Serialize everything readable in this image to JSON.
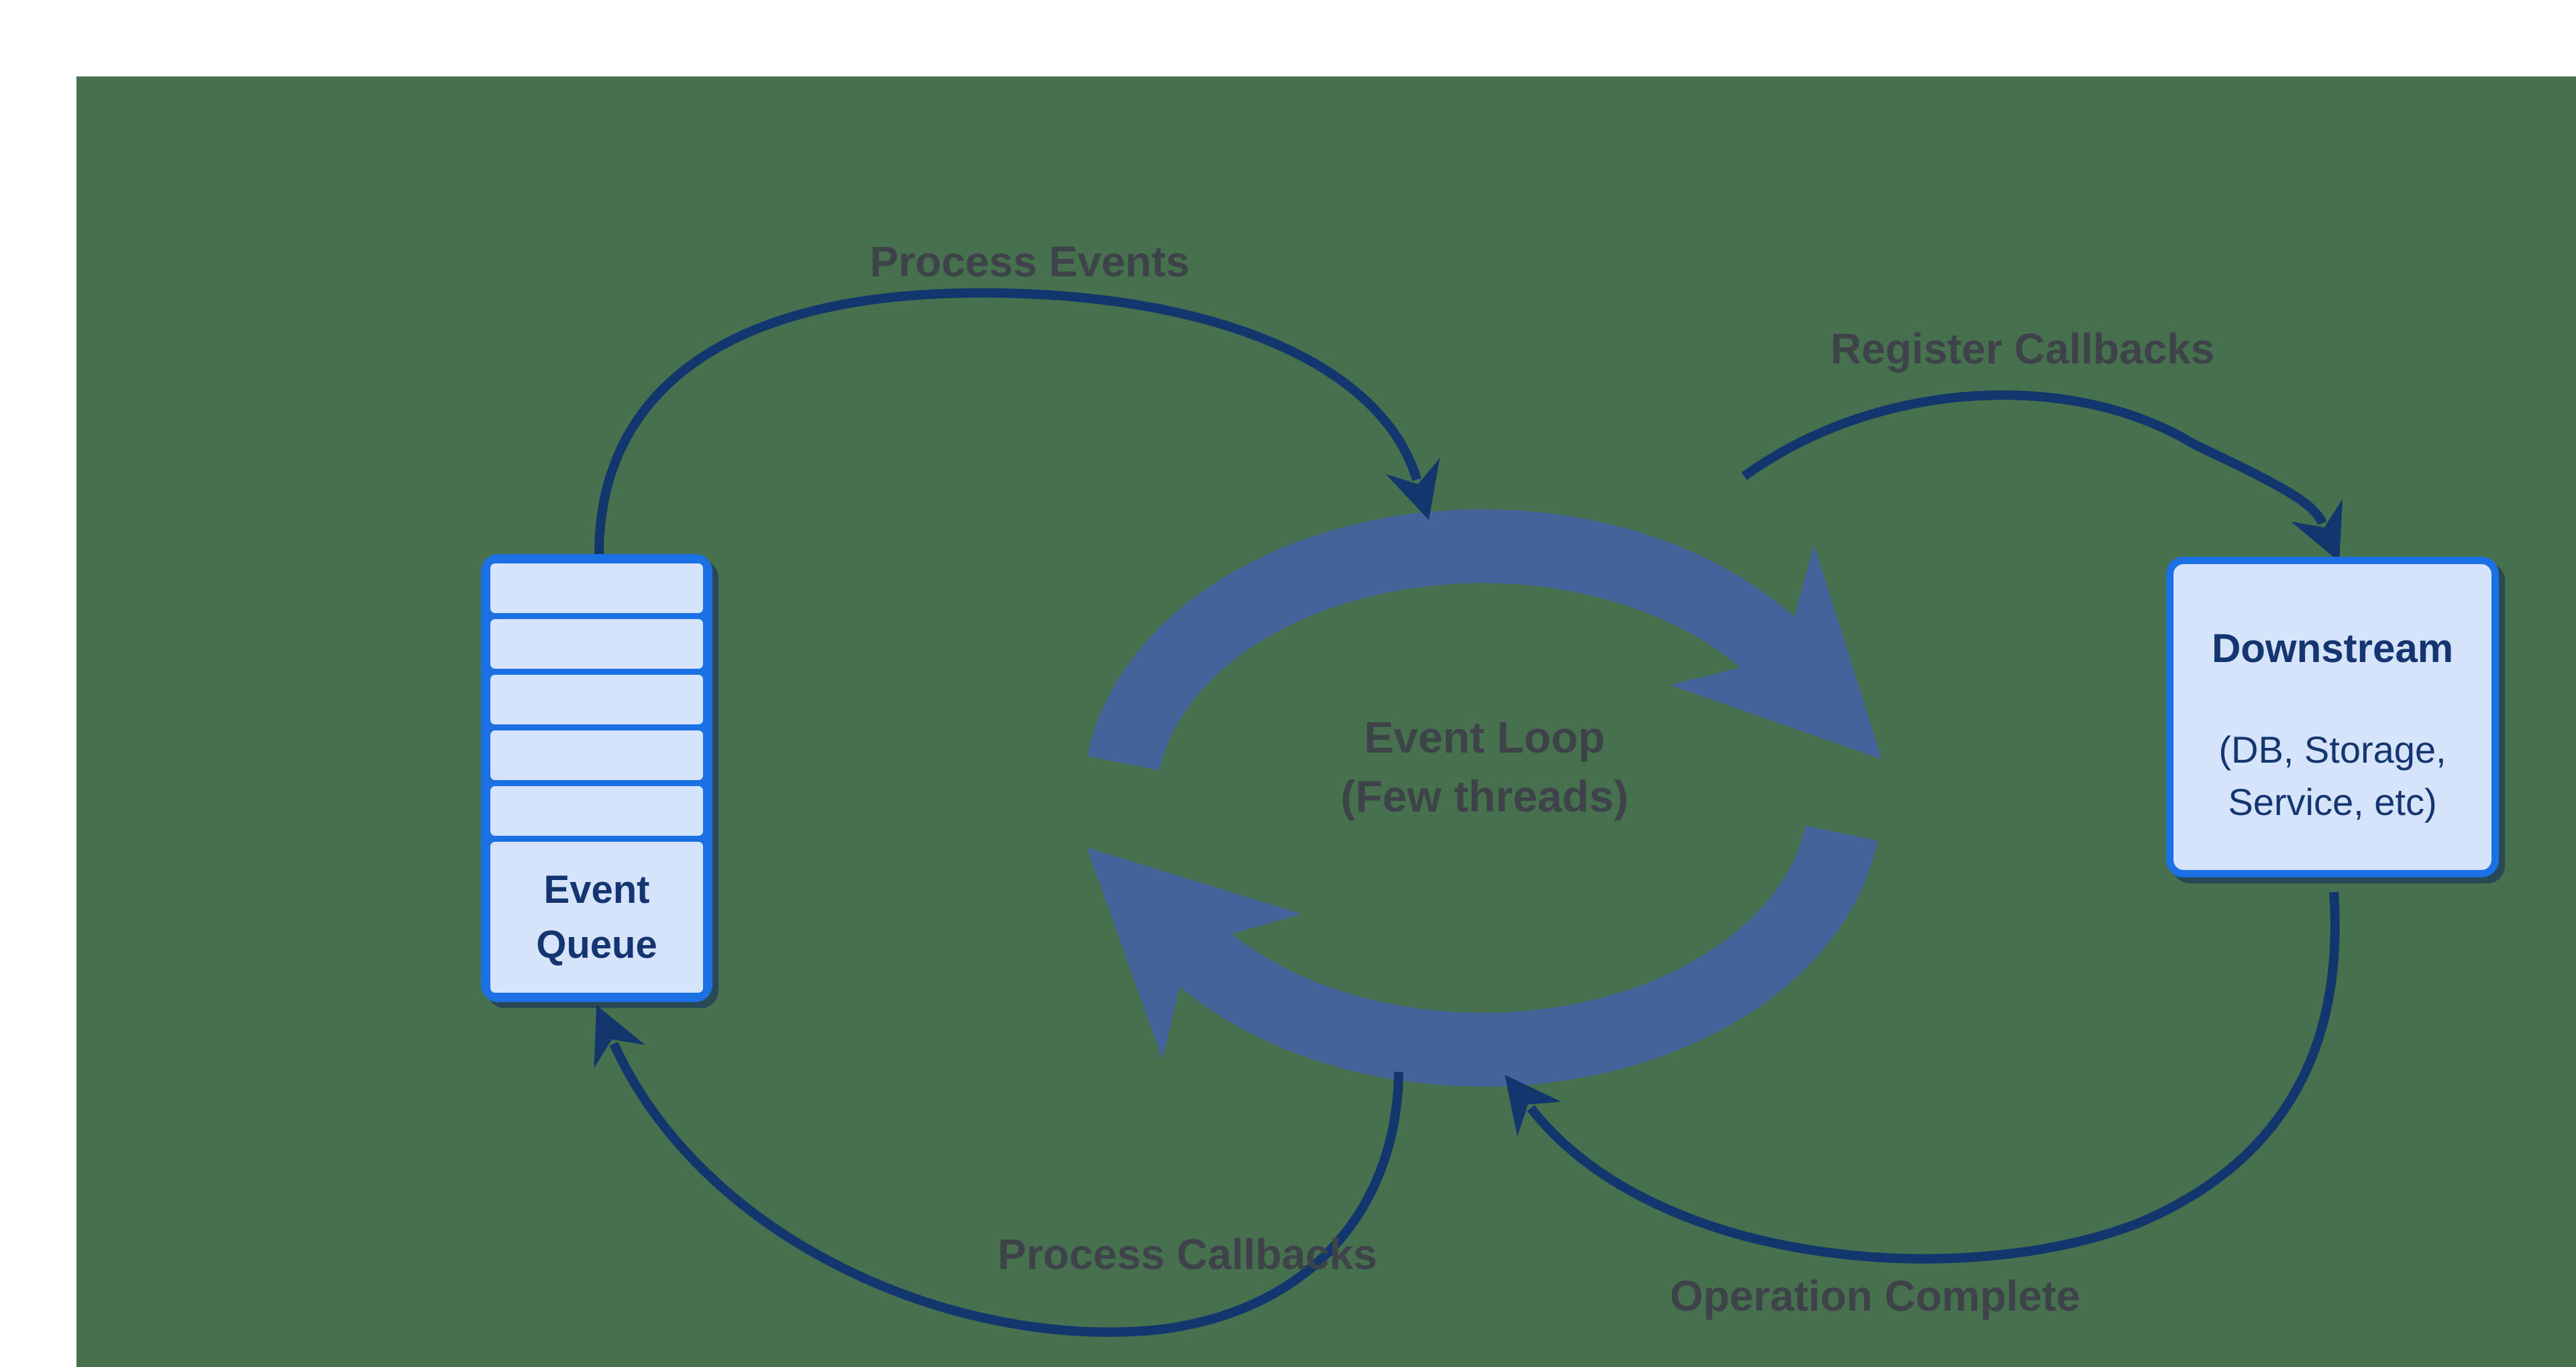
{
  "page": {
    "background_color": "#ffffff",
    "canvas_color": "#47704e"
  },
  "colors": {
    "canvas_green": "#47704e",
    "node_fill": "#d5e4fb",
    "node_border": "#1b70e4",
    "node_text": "#14356f",
    "arrow_navy": "#12366e",
    "loop_blue": "#44639a",
    "label_text": "#3e434a",
    "page_bg": "#ffffff"
  },
  "nodes": {
    "event_queue": {
      "label": "Event Queue",
      "slot_count": 5
    },
    "downstream": {
      "title": "Downstream",
      "subtitle": "(DB, Storage, Service, etc)"
    }
  },
  "loop": {
    "title": "Event Loop",
    "subtitle": "(Few threads)"
  },
  "edges": {
    "process_events": {
      "label": "Process Events"
    },
    "register_callbacks": {
      "label": "Register Callbacks"
    },
    "process_callbacks": {
      "label": "Process Callbacks"
    },
    "operation_complete": {
      "label": "Operation Complete"
    }
  }
}
